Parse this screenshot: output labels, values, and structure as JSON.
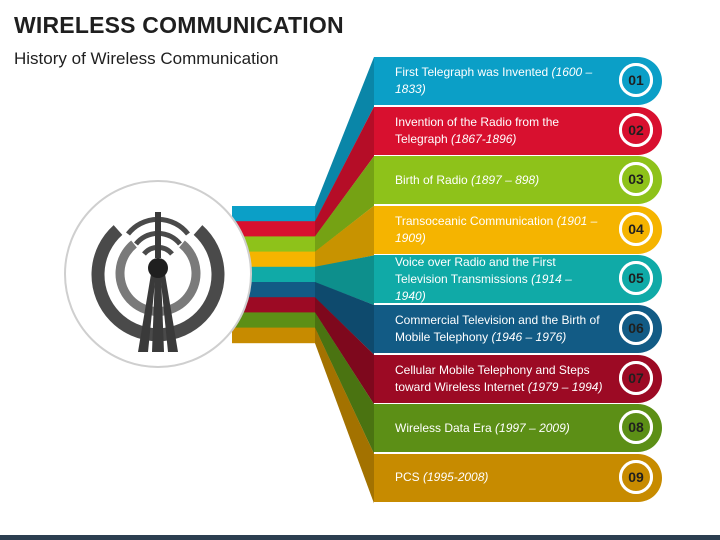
{
  "header": {
    "title": "WIRELESS COMMUNICATION",
    "subtitle": "History of Wireless Communication"
  },
  "center_icon": {
    "name": "wireless-tower-icon"
  },
  "items": [
    {
      "number": "01",
      "text": "First Telegraph was Invented",
      "years": "(1600 – 1833)",
      "color": "#0b9fc7",
      "fan": "#0a86a8",
      "badge": "#0b9fc7"
    },
    {
      "number": "02",
      "text": "Invention of the Radio from the Telegraph",
      "years": "(1867-1896)",
      "color": "#d8102f",
      "fan": "#b50d27",
      "badge": "#d8102f"
    },
    {
      "number": "03",
      "text": "Birth of Radio",
      "years": "(1897 – 898)",
      "color": "#8ec21a",
      "fan": "#75a214",
      "badge": "#8ec21a"
    },
    {
      "number": "04",
      "text": "Transoceanic Communication",
      "years": "(1901 –1909)",
      "color": "#f5b400",
      "fan": "#c89300",
      "badge": "#f5b400"
    },
    {
      "number": "05",
      "text": "Voice over Radio and the First Television Transmissions",
      "years": "(1914 – 1940)",
      "color": "#10aaa7",
      "fan": "#0d8f8c",
      "badge": "#10aaa7"
    },
    {
      "number": "06",
      "text": "Commercial Television and the Birth of Mobile Telephony",
      "years": "(1946 – 1976)",
      "color": "#125b85",
      "fan": "#0e4a6d",
      "badge": "#125b85"
    },
    {
      "number": "07",
      "text": "Cellular Mobile Telephony and Steps toward Wireless Internet",
      "years": "(1979 – 1994)",
      "color": "#9c0a24",
      "fan": "#7e081d",
      "badge": "#9c0a24"
    },
    {
      "number": "08",
      "text": "Wireless Data Era",
      "years": "(1997 – 2009)",
      "color": "#5c8f16",
      "fan": "#4a7311",
      "badge": "#5c8f16"
    },
    {
      "number": "09",
      "text": "PCS",
      "years": "(1995-2008)",
      "color": "#c78b00",
      "fan": "#a37200",
      "badge": "#c78b00"
    }
  ]
}
